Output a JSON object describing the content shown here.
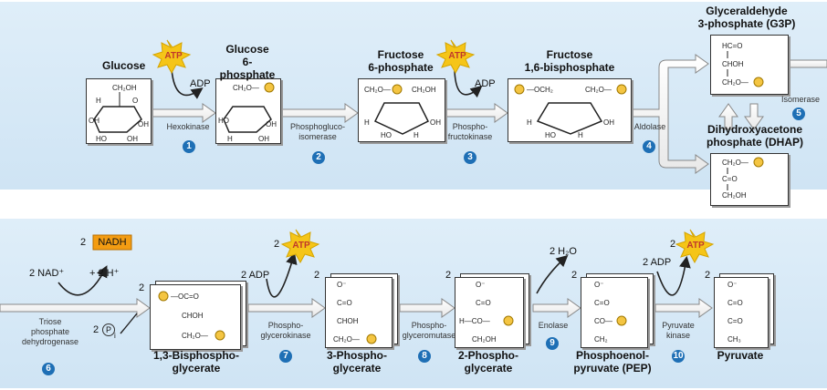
{
  "row1": {
    "glucose": "Glucose",
    "atp1": "ATP",
    "adp1": "ADP",
    "hexokinase": "Hexokinase",
    "g6p": "Glucose\n6-phosphate",
    "phosphoglucoisomerase": "Phosphogluco-\nisomerase",
    "f6p": "Fructose\n6-phosphate",
    "atp2": "ATP",
    "adp2": "ADP",
    "phosphofructokinase": "Phospho-\nfructokinase",
    "f16bp": "Fructose\n1,6-bisphosphate",
    "aldolase": "Aldolase",
    "g3p": "Glyceraldehyde\n3-phosphate (G3P)",
    "isomerase": "Isomerase",
    "dhap": "Dihydroxyacetone\nphosphate (DHAP)",
    "steps": [
      "1",
      "2",
      "3",
      "4",
      "5"
    ]
  },
  "row2": {
    "nadh_coef": "2",
    "nadh": "NADH",
    "nad": "2 NAD⁺",
    "h": "+ 2 H⁺",
    "pi": "2",
    "pi_symbol": "P",
    "pi_sub": "i",
    "triose_dh": "Triose\nphosphate\ndehydrogenase",
    "coef_2a": "2",
    "bpg": "1,3-Bisphospho-\nglycerate",
    "adp3": "2 ADP",
    "atp3_coef": "2",
    "atp3": "ATP",
    "phosphoglycerokinase": "Phospho-\nglycerokinase",
    "coef_2b": "2",
    "pg3": "3-Phospho-\nglycerate",
    "phosphoglyceromutase": "Phospho-\nglyceromutase",
    "coef_2c": "2",
    "pg2": "2-Phospho-\nglycerate",
    "h2o": "2 H₂O",
    "enolase": "Enolase",
    "coef_2d": "2",
    "pep": "Phosphoenol-\npyruvate (PEP)",
    "adp4": "2 ADP",
    "atp4_coef": "2",
    "atp4": "ATP",
    "pyruvate_kinase": "Pyruvate\nkinase",
    "coef_2e": "2",
    "pyruvate": "Pyruvate",
    "steps": [
      "6",
      "7",
      "8",
      "9",
      "10"
    ]
  },
  "colors": {
    "band": "#d6e9f7",
    "step_circle": "#1e6fb5",
    "atp_burst": "#f5c518",
    "atp_text": "#c0392b",
    "nadh_fill": "#f39c12",
    "phosphate": "#f4c542"
  }
}
